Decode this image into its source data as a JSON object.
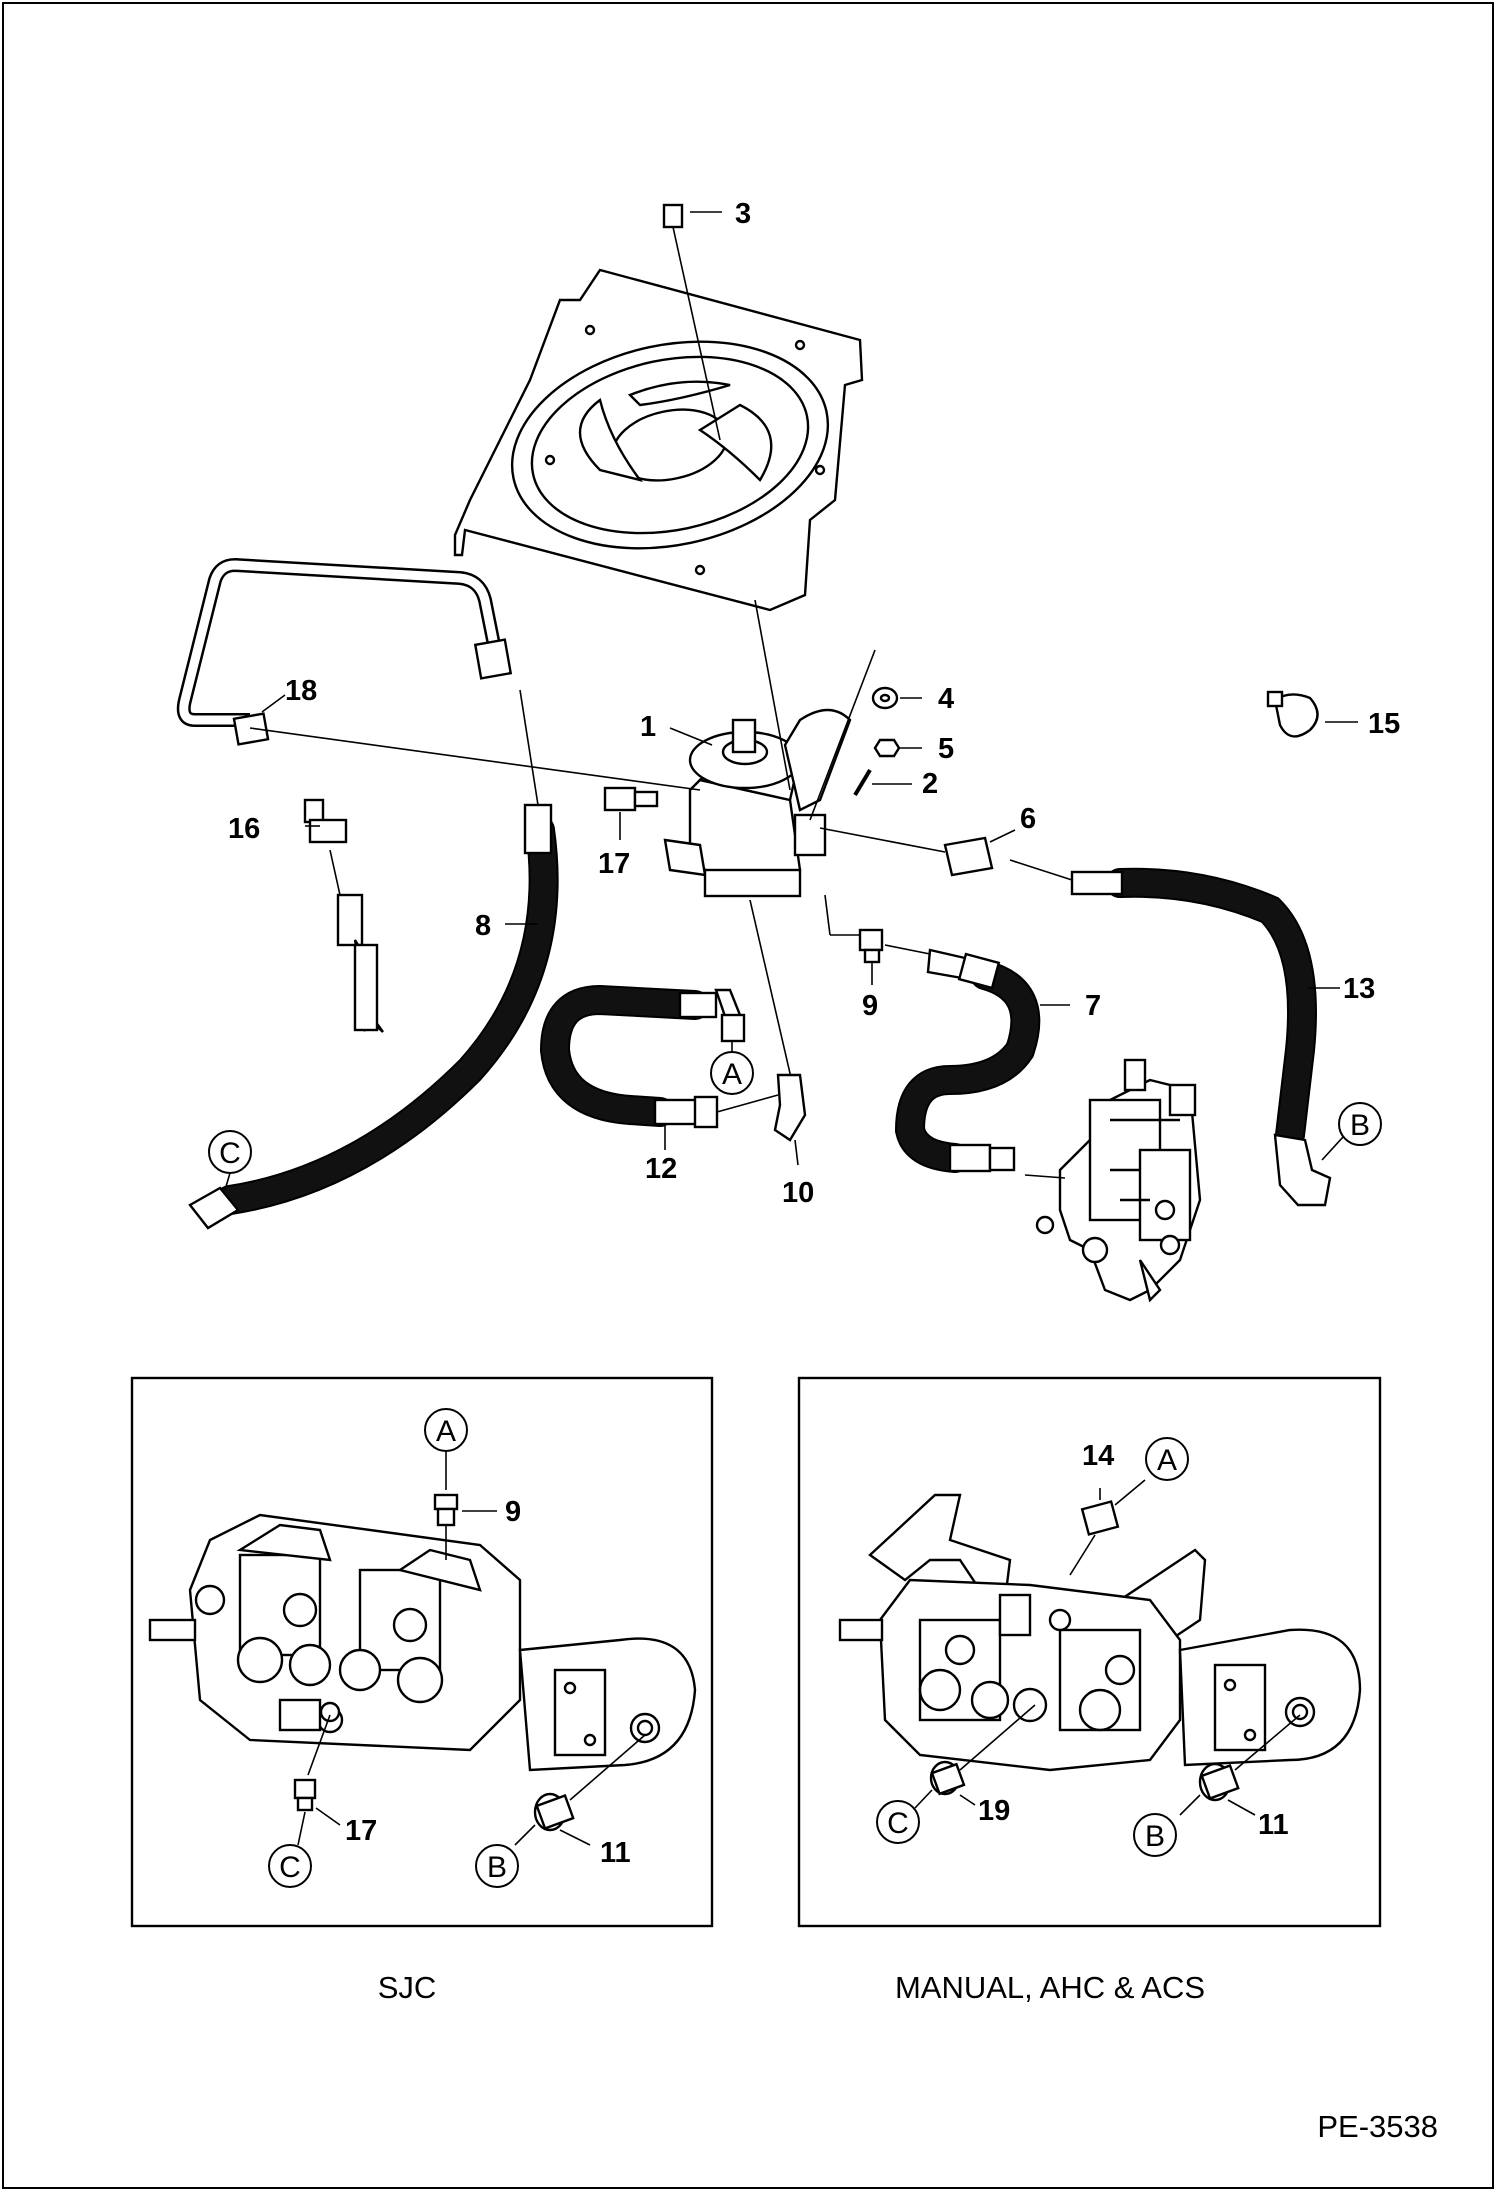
{
  "figure_code": "PE-3538",
  "callouts": {
    "c1": "1",
    "c2": "2",
    "c3": "3",
    "c4": "4",
    "c5": "5",
    "c6": "6",
    "c7": "7",
    "c8": "8",
    "c9": "9",
    "c10": "10",
    "c12": "12",
    "c13": "13",
    "c15": "15",
    "c16": "16",
    "c17": "17",
    "c18": "18"
  },
  "connection_letters": {
    "a": "A",
    "b": "B",
    "c": "C"
  },
  "inset_left": {
    "caption": "SJC",
    "callouts": {
      "c9": "9",
      "c17": "17",
      "c11": "11"
    },
    "letters": {
      "a": "A",
      "b": "B",
      "c": "C"
    }
  },
  "inset_right": {
    "caption": "MANUAL, AHC & ACS",
    "callouts": {
      "c14": "14",
      "c19": "19",
      "c11": "11"
    },
    "letters": {
      "a": "A",
      "b": "B",
      "c": "C"
    }
  }
}
